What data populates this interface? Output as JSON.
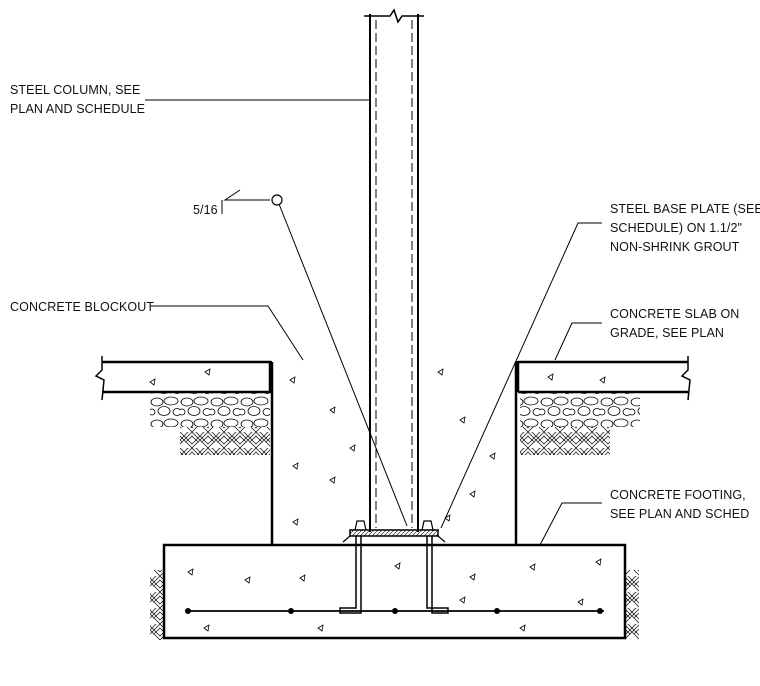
{
  "labels": {
    "steel_column": [
      "STEEL COLUMN, SEE",
      "PLAN AND SCHEDULE"
    ],
    "weld_size": "5/16",
    "concrete_blockout": [
      "CONCRETE BLOCKOUT"
    ],
    "steel_base_plate": [
      "STEEL BASE PLATE (SEE",
      "SCHEDULE) ON 1.1/2\"",
      "NON-SHRINK GROUT"
    ],
    "slab_on_grade": [
      "CONCRETE SLAB ON",
      "GRADE, SEE PLAN"
    ],
    "footing": [
      "CONCRETE FOOTING,",
      "SEE PLAN AND SCHED"
    ]
  }
}
